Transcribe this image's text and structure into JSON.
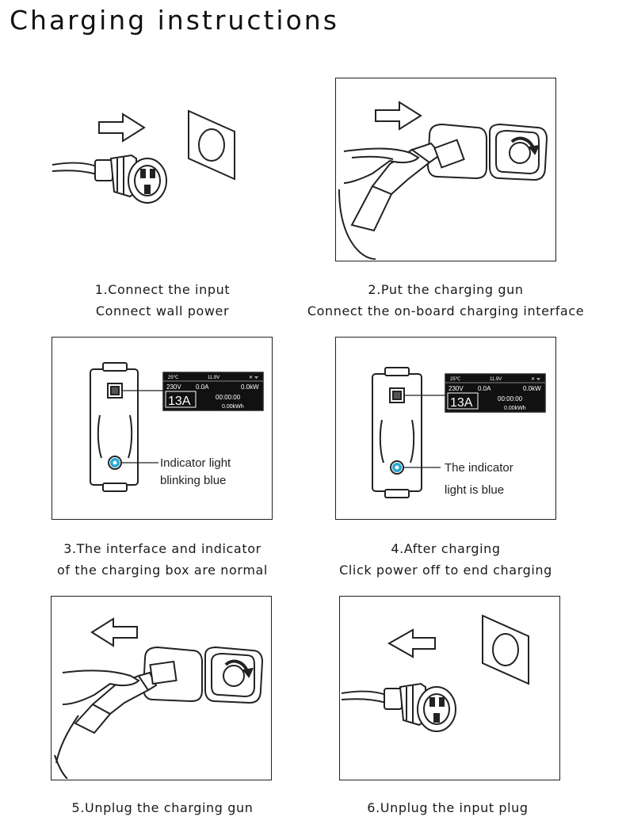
{
  "title": "Charging instructions",
  "steps": [
    {
      "line1": "1.Connect the input",
      "line2": "Connect wall power"
    },
    {
      "line1": "2.Put the charging gun",
      "line2": "Connect the on-board charging interface"
    },
    {
      "line1": "3.The interface and indicator",
      "line2": "of the charging box are normal"
    },
    {
      "line1": "4.After charging",
      "line2": "Click power off to end charging"
    },
    {
      "line1": "5.Unplug the charging gun",
      "line2": ""
    },
    {
      "line1": "6.Unplug the input plug",
      "line2": ""
    }
  ],
  "display": {
    "temp": "25℃",
    "voltage_top": "11.9V",
    "status_icons": "✕ ᯤ",
    "voltage": "230V",
    "current": "0.0A",
    "power": "0.0kW",
    "amps": "13A",
    "time": "00:00:00",
    "energy": "0.00kWh"
  },
  "callouts": {
    "step3_line1": "Indicator light",
    "step3_line2": "blinking blue",
    "step4_line1": "The indicator",
    "step4_line2": "light is blue"
  },
  "colors": {
    "ink": "#1a1a1a",
    "background": "#ffffff",
    "indicator": "#2aa6d6"
  }
}
